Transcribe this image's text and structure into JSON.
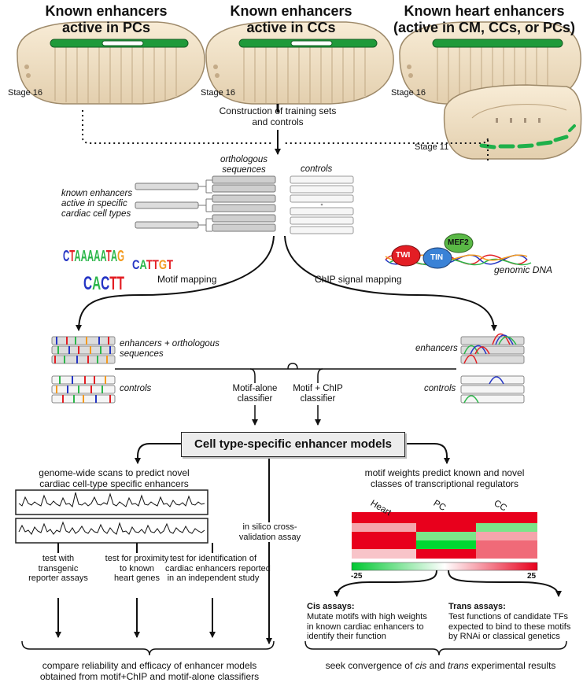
{
  "headers": {
    "pc": "Known enhancers\nactive in PCs",
    "cc": "Known enhancers\nactive in CCs",
    "heart": "Known heart enhancers\n(active in CM, CCs, or PCs)"
  },
  "stages": {
    "s16": "Stage 16",
    "s11": "Stage 11"
  },
  "construction": "Construction of training sets\nand controls",
  "training": {
    "orthologous": "orthologous\nsequences",
    "controls": "controls",
    "known_enhancers": "known enhancers\nactive in specific\ncardiac cell types"
  },
  "motif_logos": [
    "CTAAAAATAG",
    "CATTGT",
    "CACTT"
  ],
  "proteins": [
    "TWI",
    "TIN",
    "MEF2"
  ],
  "genomic_dna": "genomic DNA",
  "motif_mapping": "Motif mapping",
  "chip_mapping": "ChIP signal mapping",
  "left_panel": {
    "enh_orth": "enhancers + orthologous\nsequences",
    "controls": "controls"
  },
  "right_panel": {
    "enhancers": "enhancers",
    "controls": "controls"
  },
  "classifiers": {
    "motif_alone": "Motif-alone\nclassifier",
    "motif_chip": "Motif + ChIP\nclassifier"
  },
  "model_box": "Cell type-specific enhancer models",
  "genome_scans": "genome-wide scans to predict novel\ncardiac cell-type specific enhancers",
  "motif_weights": "motif weights predict known and novel\nclasses of transcriptional regulators",
  "heatmap": {
    "columns": [
      "Heart",
      "PC",
      "CC"
    ],
    "min_label": "-25",
    "max_label": "25"
  },
  "tests": {
    "transgenic": "test with\ntransgenic\nreporter assays",
    "proximity": "test for proximity\nto known\nheart genes",
    "identification": "test for identification of\ncardiac enhancers reported\nin an independent study",
    "in_silico": "in silico cross-\nvalidation assay"
  },
  "cis": {
    "title": "Cis assays:",
    "body": "Mutate motifs with high weights\nin known cardiac enhancers to\nidentify their function"
  },
  "trans": {
    "title": "Trans assays:",
    "body": "Test functions of candidate TFs\nexpected to bind to these motifs\nby RNAi or classical genetics"
  },
  "compare": "compare reliability and efficacy of enhancer models\nobtained from motif+ChIP and motif-alone classifiers",
  "seek": {
    "pre": "seek convergence of ",
    "cis": "cis",
    "mid": " and ",
    "trans": "trans",
    "post": " experimental results"
  },
  "colors": {
    "green": "#2cb64a",
    "red": "#e31e24",
    "blue": "#2535c4",
    "orange": "#f39a1e",
    "box": "#ececec"
  }
}
